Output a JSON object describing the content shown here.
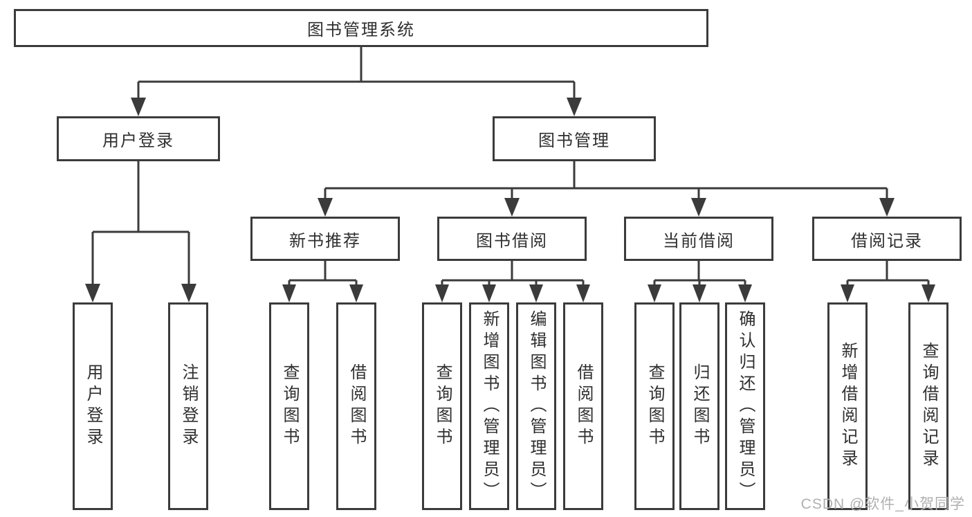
{
  "diagram": {
    "title": "图书管理系统",
    "branches": {
      "user_login": {
        "label": "用户登录",
        "children": [
          "用户登录",
          "注销登录"
        ]
      },
      "book_management": {
        "label": "图书管理",
        "children": {
          "new_book_recommend": {
            "label": "新书推荐",
            "children": [
              "查询图书",
              "借阅图书"
            ]
          },
          "book_borrow": {
            "label": "图书借阅",
            "children": [
              "查询图书",
              "新增图书（管理员）",
              "编辑图书（管理员）",
              "借阅图书"
            ]
          },
          "current_borrow": {
            "label": "当前借阅",
            "children": [
              "查询图书",
              "归还图书",
              "确认归还（管理员）"
            ]
          },
          "borrow_record": {
            "label": "借阅记录",
            "children": [
              "新增借阅记录",
              "查询借阅记录"
            ]
          }
        }
      }
    }
  },
  "watermark": {
    "text": "CSDN @软件_小贺同学"
  },
  "colors": {
    "line": "#3b3b3b",
    "text": "#2f2f2f",
    "watermark": "#b0b0b0",
    "background": "#ffffff"
  }
}
